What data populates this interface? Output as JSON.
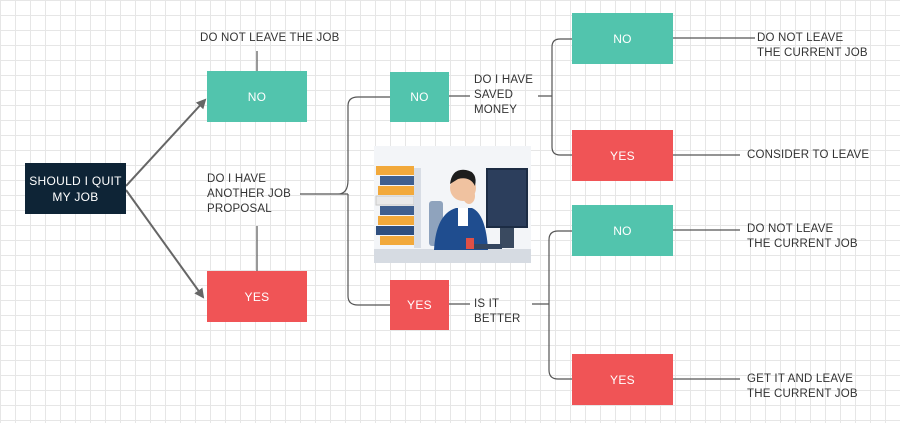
{
  "root": {
    "label": "SHOULD I QUIT\nMY JOB"
  },
  "level1": {
    "no_label": "NO",
    "no_outcome": "DO NOT LEAVE THE JOB",
    "question": "DO I HAVE\nANOTHER JOB\nPROPOSAL",
    "yes_label": "YES"
  },
  "level2": {
    "no_label": "NO",
    "no_question": "DO I HAVE\nSAVED\nMONEY",
    "yes_label": "YES",
    "yes_question": "IS IT\nBETTER"
  },
  "leaves": {
    "a_no": {
      "label": "NO",
      "outcome": "DO NOT LEAVE\nTHE CURRENT JOB"
    },
    "a_yes": {
      "label": "YES",
      "outcome": "CONSIDER TO LEAVE"
    },
    "b_no": {
      "label": "NO",
      "outcome": "DO NOT LEAVE\nTHE CURRENT JOB"
    },
    "b_yes": {
      "label": "YES",
      "outcome": "GET IT AND LEAVE\nTHE CURRENT JOB"
    }
  },
  "colors": {
    "teal": "#52c4ad",
    "red": "#f05456",
    "navy": "#0e2436",
    "line": "#555555"
  }
}
